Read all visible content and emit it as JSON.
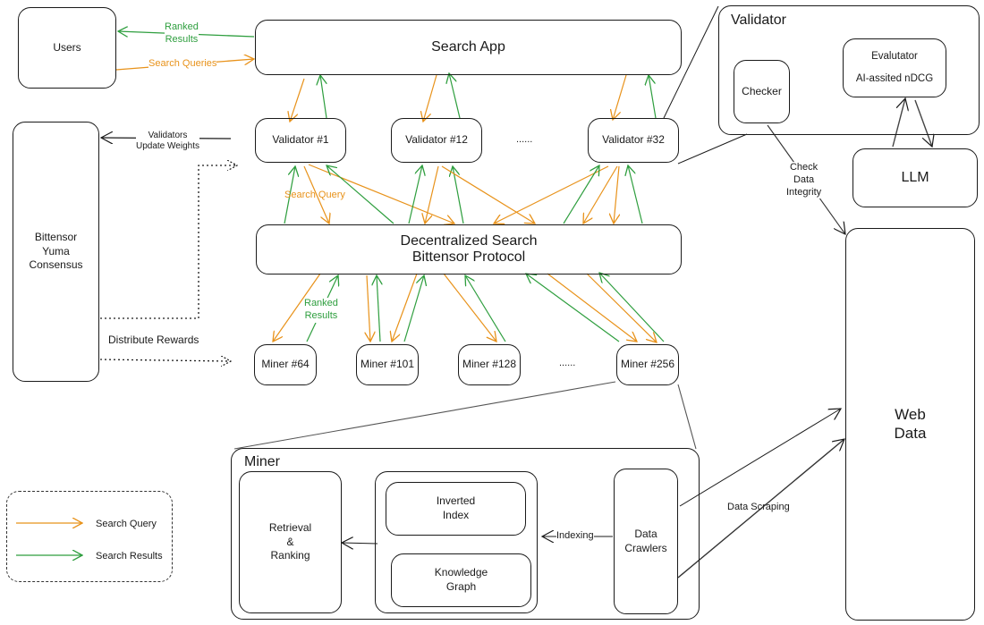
{
  "colors": {
    "query": "#e8921a",
    "results": "#2e9e3e",
    "stroke": "#1a1a1a"
  },
  "nodes": {
    "users": "Users",
    "search_app": "Search App",
    "validators": [
      "Validator #1",
      "Validator #12",
      "Validator #32"
    ],
    "validators_ellipsis": "......",
    "protocol_line1": "Decentralized Search",
    "protocol_line2": "Bittensor Protocol",
    "miners": [
      "Miner #64",
      "Miner #101",
      "Miner #128",
      "Miner #256"
    ],
    "miners_ellipsis": "......",
    "consensus_line1": "Bittensor",
    "consensus_line2": "Yuma",
    "consensus_line3": "Consensus",
    "llm": "LLM",
    "web_data_line1": "Web",
    "web_data_line2": "Data"
  },
  "validator_detail": {
    "title": "Validator",
    "checker": "Checker",
    "evaluator_line1": "Evalutator",
    "evaluator_line2": "AI-assited nDCG"
  },
  "miner_detail": {
    "title": "Miner",
    "retrieval_line1": "Retrieval",
    "retrieval_line2": "&",
    "retrieval_line3": "Ranking",
    "inverted_index_line1": "Inverted",
    "inverted_index_line2": "Index",
    "knowledge_graph_line1": "Knowledge",
    "knowledge_graph_line2": "Graph",
    "crawlers_line1": "Data",
    "crawlers_line2": "Crawlers",
    "indexing_label": "Indexing"
  },
  "edge_labels": {
    "ranked_results_top_1": "Ranked",
    "ranked_results_top_2": "Results",
    "search_queries": "Search Queries",
    "update_weights_1": "Validators",
    "update_weights_2": "Update Weights",
    "search_query": "Search Query",
    "ranked_results_mid_1": "Ranked",
    "ranked_results_mid_2": "Results",
    "distribute_rewards": "Distribute Rewards",
    "check_integrity_1": "Check",
    "check_integrity_2": "Data",
    "check_integrity_3": "Integrity",
    "data_scraping": "Data Scraping"
  },
  "legend": {
    "query": "Search Query",
    "results": "Search Results"
  }
}
